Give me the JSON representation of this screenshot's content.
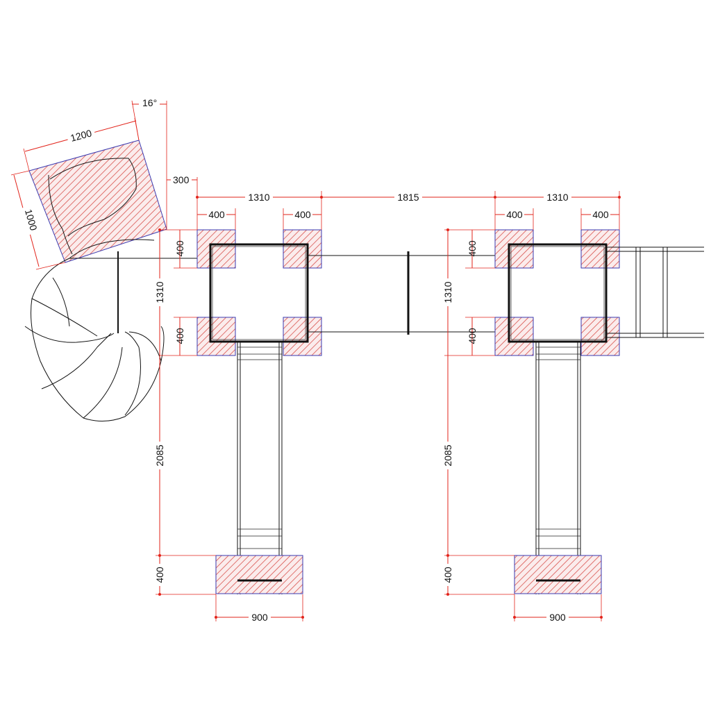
{
  "dimensions": {
    "angle_label": "16°",
    "slide_pad_width": "1200",
    "slide_pad_depth": "1000",
    "slide_offset": "300",
    "tower_width": "1310",
    "tower_gap": "1815",
    "pad_size": "400",
    "ladder_length": "2085",
    "base_width": "900"
  },
  "colors": {
    "dimension": "#e2231a",
    "pad_border": "#3a3ab0",
    "hatch": "#d9534f",
    "structure": "#111111"
  }
}
